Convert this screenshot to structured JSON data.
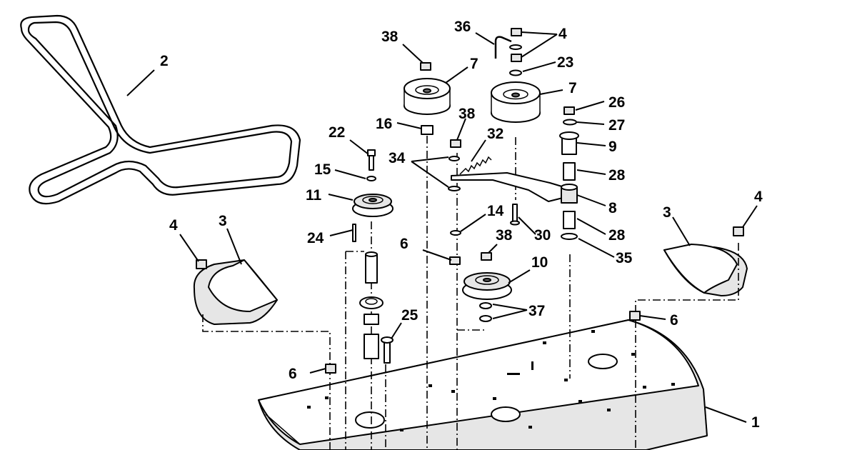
{
  "colors": {
    "line": "#000000",
    "background": "#ffffff",
    "shade": "#e6e6e6",
    "dark": "#6a6a6a"
  },
  "callouts": {
    "c1": "1",
    "c2": "2",
    "c3a": "3",
    "c3b": "3",
    "c4a": "4",
    "c4b": "4",
    "c4c": "4",
    "c6a": "6",
    "c6b": "6",
    "c6c": "6",
    "c7a": "7",
    "c7b": "7",
    "c8": "8",
    "c9": "9",
    "c10": "10",
    "c11": "11",
    "c14": "14",
    "c15": "15",
    "c16": "16",
    "c22": "22",
    "c23": "23",
    "c24": "24",
    "c25": "25",
    "c26": "26",
    "c27": "27",
    "c28a": "28",
    "c28b": "28",
    "c30": "30",
    "c32": "32",
    "c34": "34",
    "c35": "35",
    "c36": "36",
    "c37": "37",
    "c38a": "38",
    "c38b": "38",
    "c38c": "38"
  }
}
